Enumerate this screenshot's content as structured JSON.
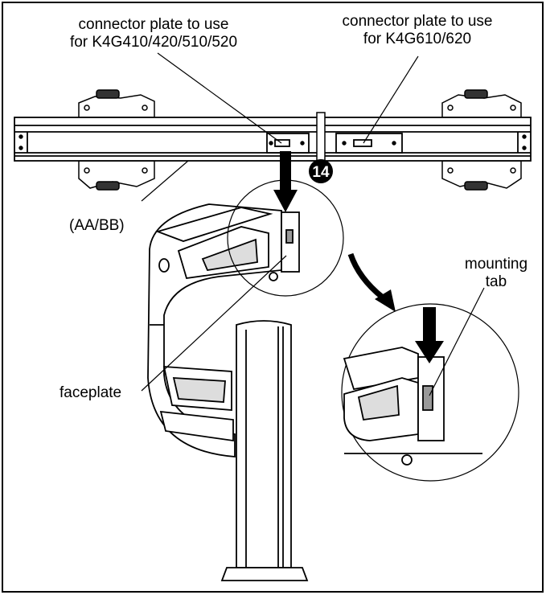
{
  "labels": {
    "connector_left_line1": "connector plate to use",
    "connector_left_line2": "for K4G410/420/510/520",
    "connector_right_line1": "connector plate to use",
    "connector_right_line2": "for K4G610/620",
    "crossbar": "(AA/BB)",
    "mounting_tab_line1": "mounting",
    "mounting_tab_line2": "tab",
    "faceplate": "faceplate"
  },
  "step_badge": "14",
  "colors": {
    "line": "#000000",
    "background": "#ffffff",
    "badge": "#000000",
    "badge_text": "#ffffff"
  }
}
